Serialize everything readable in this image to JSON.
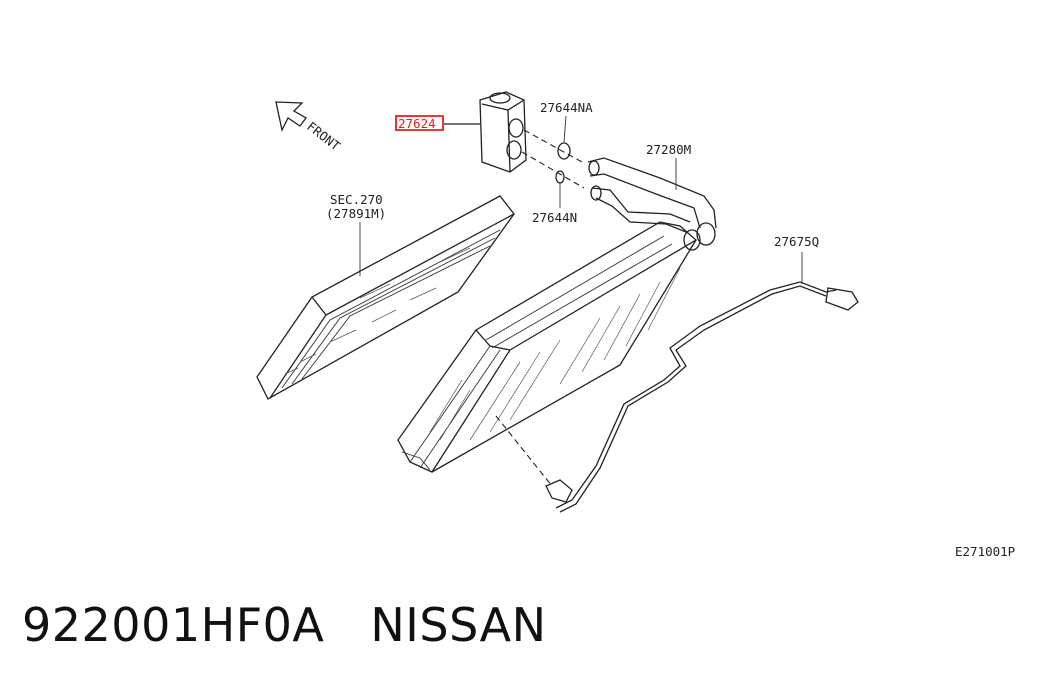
{
  "labels": {
    "front": "FRONT",
    "sec_line1": "SEC.270",
    "sec_line2": "(27891M)",
    "part_highlight": "27624",
    "part_oring_a": "27644NA",
    "part_oring_b": "27644N",
    "part_pipe": "27280M",
    "part_sensor": "27675Q",
    "diagram_code": "E271001P"
  },
  "caption": {
    "part_number": "922001HF0A",
    "brand": "NISSAN"
  },
  "colors": {
    "highlight": "#e8201f",
    "ink": "#222222"
  }
}
